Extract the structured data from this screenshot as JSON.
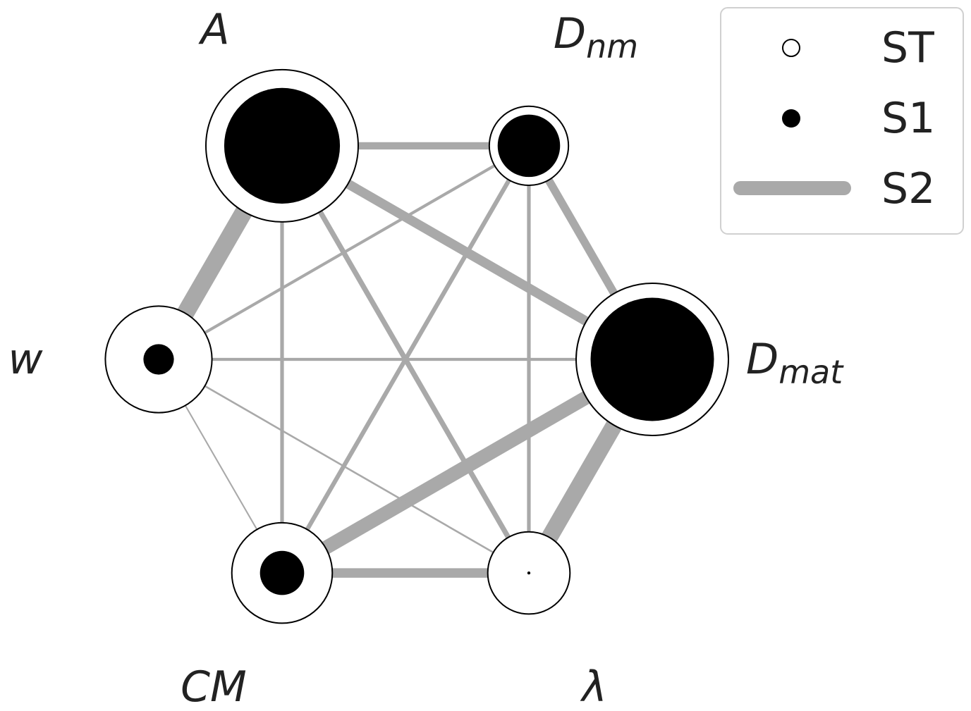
{
  "diagram": {
    "nodes": [
      {
        "id": "A",
        "label": "A",
        "sub": "",
        "st": 1.0,
        "s1": 0.76
      },
      {
        "id": "Dnm",
        "label": "D",
        "sub": "nm",
        "st": 0.52,
        "s1": 0.41
      },
      {
        "id": "Dmat",
        "label": "D",
        "sub": "mat",
        "st": 1.0,
        "s1": 0.81
      },
      {
        "id": "lam",
        "label": "λ",
        "sub": "",
        "st": 0.54,
        "s1": 0.02
      },
      {
        "id": "CM",
        "label": "CM",
        "sub": "",
        "st": 0.66,
        "s1": 0.29
      },
      {
        "id": "w",
        "label": "w",
        "sub": "",
        "st": 0.7,
        "s1": 0.2
      }
    ],
    "edges": [
      {
        "from": "A",
        "to": "Dnm",
        "s2": 0.1
      },
      {
        "from": "A",
        "to": "Dmat",
        "s2": 0.13
      },
      {
        "from": "A",
        "to": "lam",
        "s2": 0.07
      },
      {
        "from": "A",
        "to": "CM",
        "s2": 0.05
      },
      {
        "from": "A",
        "to": "w",
        "s2": 0.24
      },
      {
        "from": "Dnm",
        "to": "Dmat",
        "s2": 0.11
      },
      {
        "from": "Dnm",
        "to": "lam",
        "s2": 0.05
      },
      {
        "from": "Dnm",
        "to": "CM",
        "s2": 0.06
      },
      {
        "from": "Dnm",
        "to": "w",
        "s2": 0.04
      },
      {
        "from": "Dmat",
        "to": "lam",
        "s2": 0.23
      },
      {
        "from": "Dmat",
        "to": "CM",
        "s2": 0.19
      },
      {
        "from": "Dmat",
        "to": "w",
        "s2": 0.04
      },
      {
        "from": "lam",
        "to": "CM",
        "s2": 0.13
      },
      {
        "from": "lam",
        "to": "w",
        "s2": 0.025
      },
      {
        "from": "CM",
        "to": "w",
        "s2": 0.02
      }
    ],
    "colors": {
      "node_fill": "#ffffff",
      "node_stroke": "#000000",
      "s1_fill": "#000000",
      "edge": "#a9a9a9"
    }
  },
  "legend": {
    "items": [
      {
        "marker": "open-circle",
        "label": "ST"
      },
      {
        "marker": "filled-circle",
        "label": "S1"
      },
      {
        "marker": "line",
        "label": "S2"
      }
    ]
  }
}
